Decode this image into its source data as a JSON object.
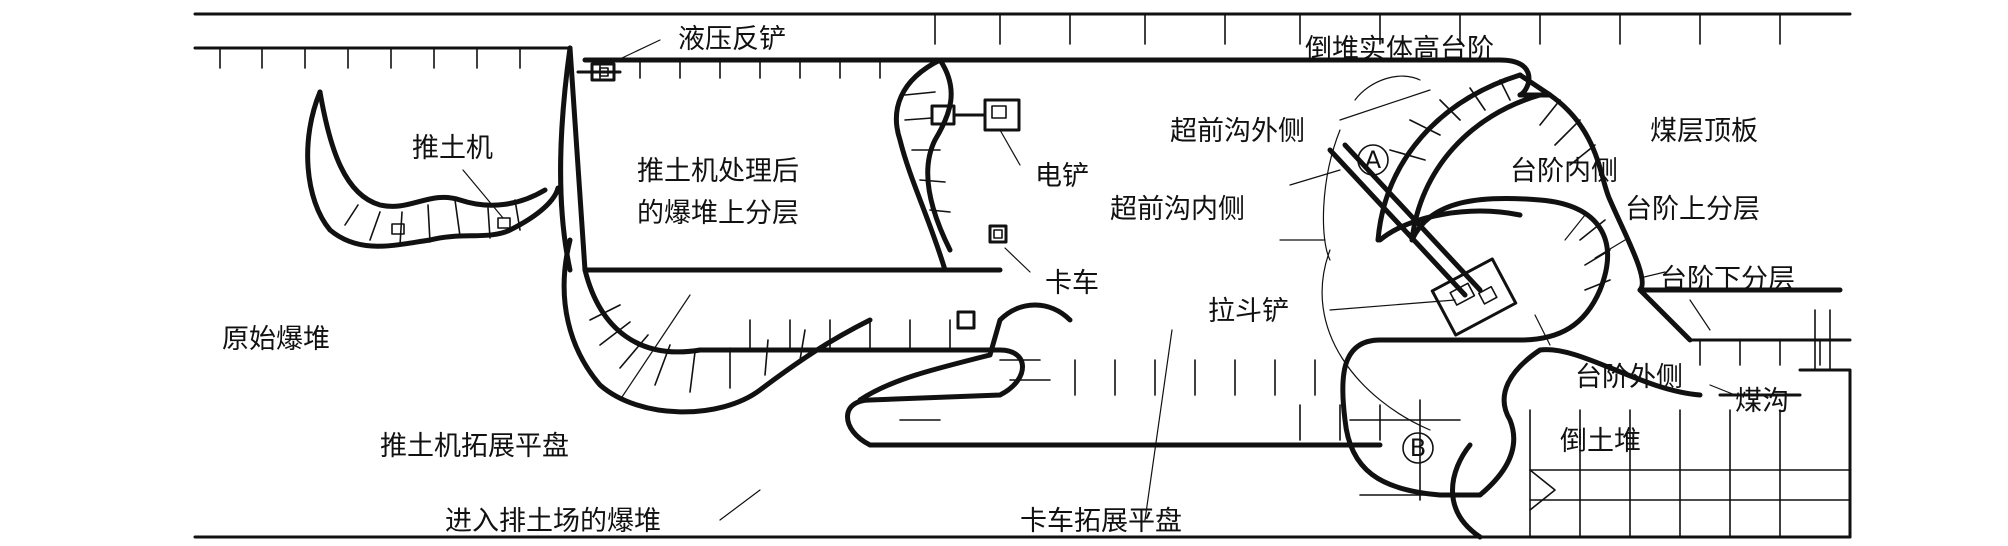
{
  "labels": {
    "hydraulic_backhoe": "液压反铲",
    "dozer": "推土机",
    "dozer_treated": "推土机处理后",
    "upper_layer": "的爆堆上分层",
    "shovel": "电铲",
    "truck": "卡车",
    "original_muckpile": "原始爆堆",
    "dozer_bench": "推土机拓展平盘",
    "muckpile_dump": "进入排土场的爆堆",
    "truck_bench": "卡车拓展平盘",
    "dragline": "拉斗铲",
    "cast_high_bench": "倒堆实体高台阶",
    "pre_ditch_outer": "超前沟外侧",
    "pre_ditch_inner": "超前沟内侧",
    "coal_roof": "煤层顶板",
    "bench_inner": "台阶内侧",
    "bench_upper": "台阶上分层",
    "bench_lower": "台阶下分层",
    "bench_outer": "台阶外侧",
    "coal_ditch": "煤沟",
    "spoil_pile": "倒土堆",
    "marker_a": "A",
    "marker_b": "B"
  }
}
